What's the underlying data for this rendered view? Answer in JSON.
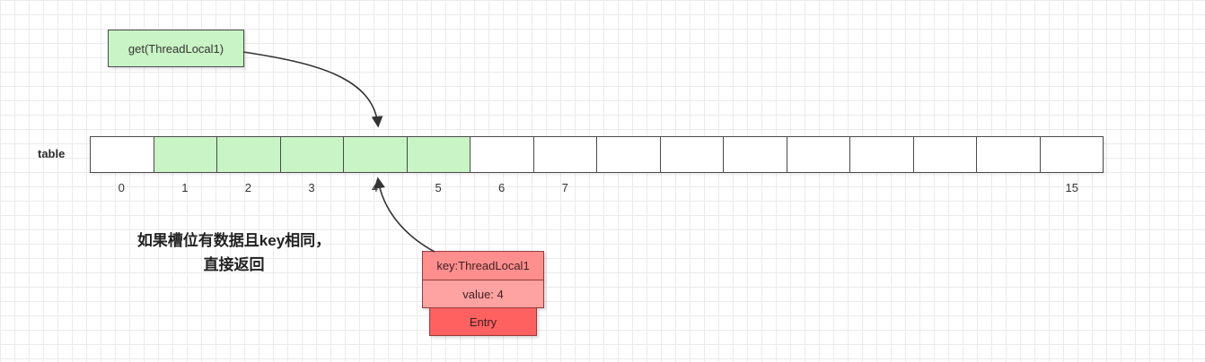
{
  "colors": {
    "green": "#c9f4c5",
    "dark-border": "#4a4a4a",
    "pink": "#ff8f8f",
    "pink-light": "#ffa2a2",
    "red": "#ff6060",
    "red-border": "#973b3b",
    "line": "#333333"
  },
  "get_box": {
    "label": "get(ThreadLocal1)"
  },
  "table": {
    "label": "table",
    "cells": [
      {
        "index": 0,
        "label": "0",
        "filled": false
      },
      {
        "index": 1,
        "label": "1",
        "filled": true
      },
      {
        "index": 2,
        "label": "2",
        "filled": true
      },
      {
        "index": 3,
        "label": "3",
        "filled": true
      },
      {
        "index": 4,
        "label": "4",
        "filled": true
      },
      {
        "index": 5,
        "label": "5",
        "filled": true
      },
      {
        "index": 6,
        "label": "6",
        "filled": false
      },
      {
        "index": 7,
        "label": "7",
        "filled": false
      },
      {
        "index": 8,
        "label": "",
        "filled": false
      },
      {
        "index": 9,
        "label": "",
        "filled": false
      },
      {
        "index": 10,
        "label": "",
        "filled": false
      },
      {
        "index": 11,
        "label": "",
        "filled": false
      },
      {
        "index": 12,
        "label": "",
        "filled": false
      },
      {
        "index": 13,
        "label": "",
        "filled": false
      },
      {
        "index": 14,
        "label": "",
        "filled": false
      },
      {
        "index": 15,
        "label": "15",
        "filled": false
      }
    ]
  },
  "note": {
    "line1": "如果槽位有数据且key相同，",
    "line2": "直接返回"
  },
  "entry": {
    "key": "key:ThreadLocal1",
    "value": "value: 4",
    "label": "Entry"
  }
}
